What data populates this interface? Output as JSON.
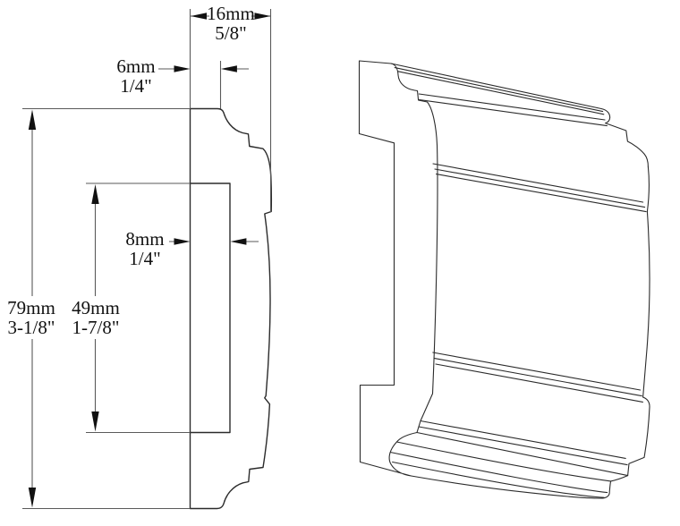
{
  "page": {
    "background": "#ffffff",
    "line_color": "#2b2b2b",
    "dim_line_color": "#5a5a5a",
    "text_color": "#111111"
  },
  "views": {
    "left": "moulding cross-section profile with dimensions",
    "right": "moulding 3d perspective rendering"
  },
  "dimensions": {
    "overall_depth": {
      "mm": "16mm",
      "inch": "5/8\""
    },
    "top_face": {
      "mm": "6mm",
      "inch": "1/4\""
    },
    "recess_depth": {
      "mm": "8mm",
      "inch": "1/4\""
    },
    "overall_height": {
      "mm": "79mm",
      "inch": "3-1/8\""
    },
    "recess_height": {
      "mm": "49mm",
      "inch": "1-7/8\""
    }
  }
}
